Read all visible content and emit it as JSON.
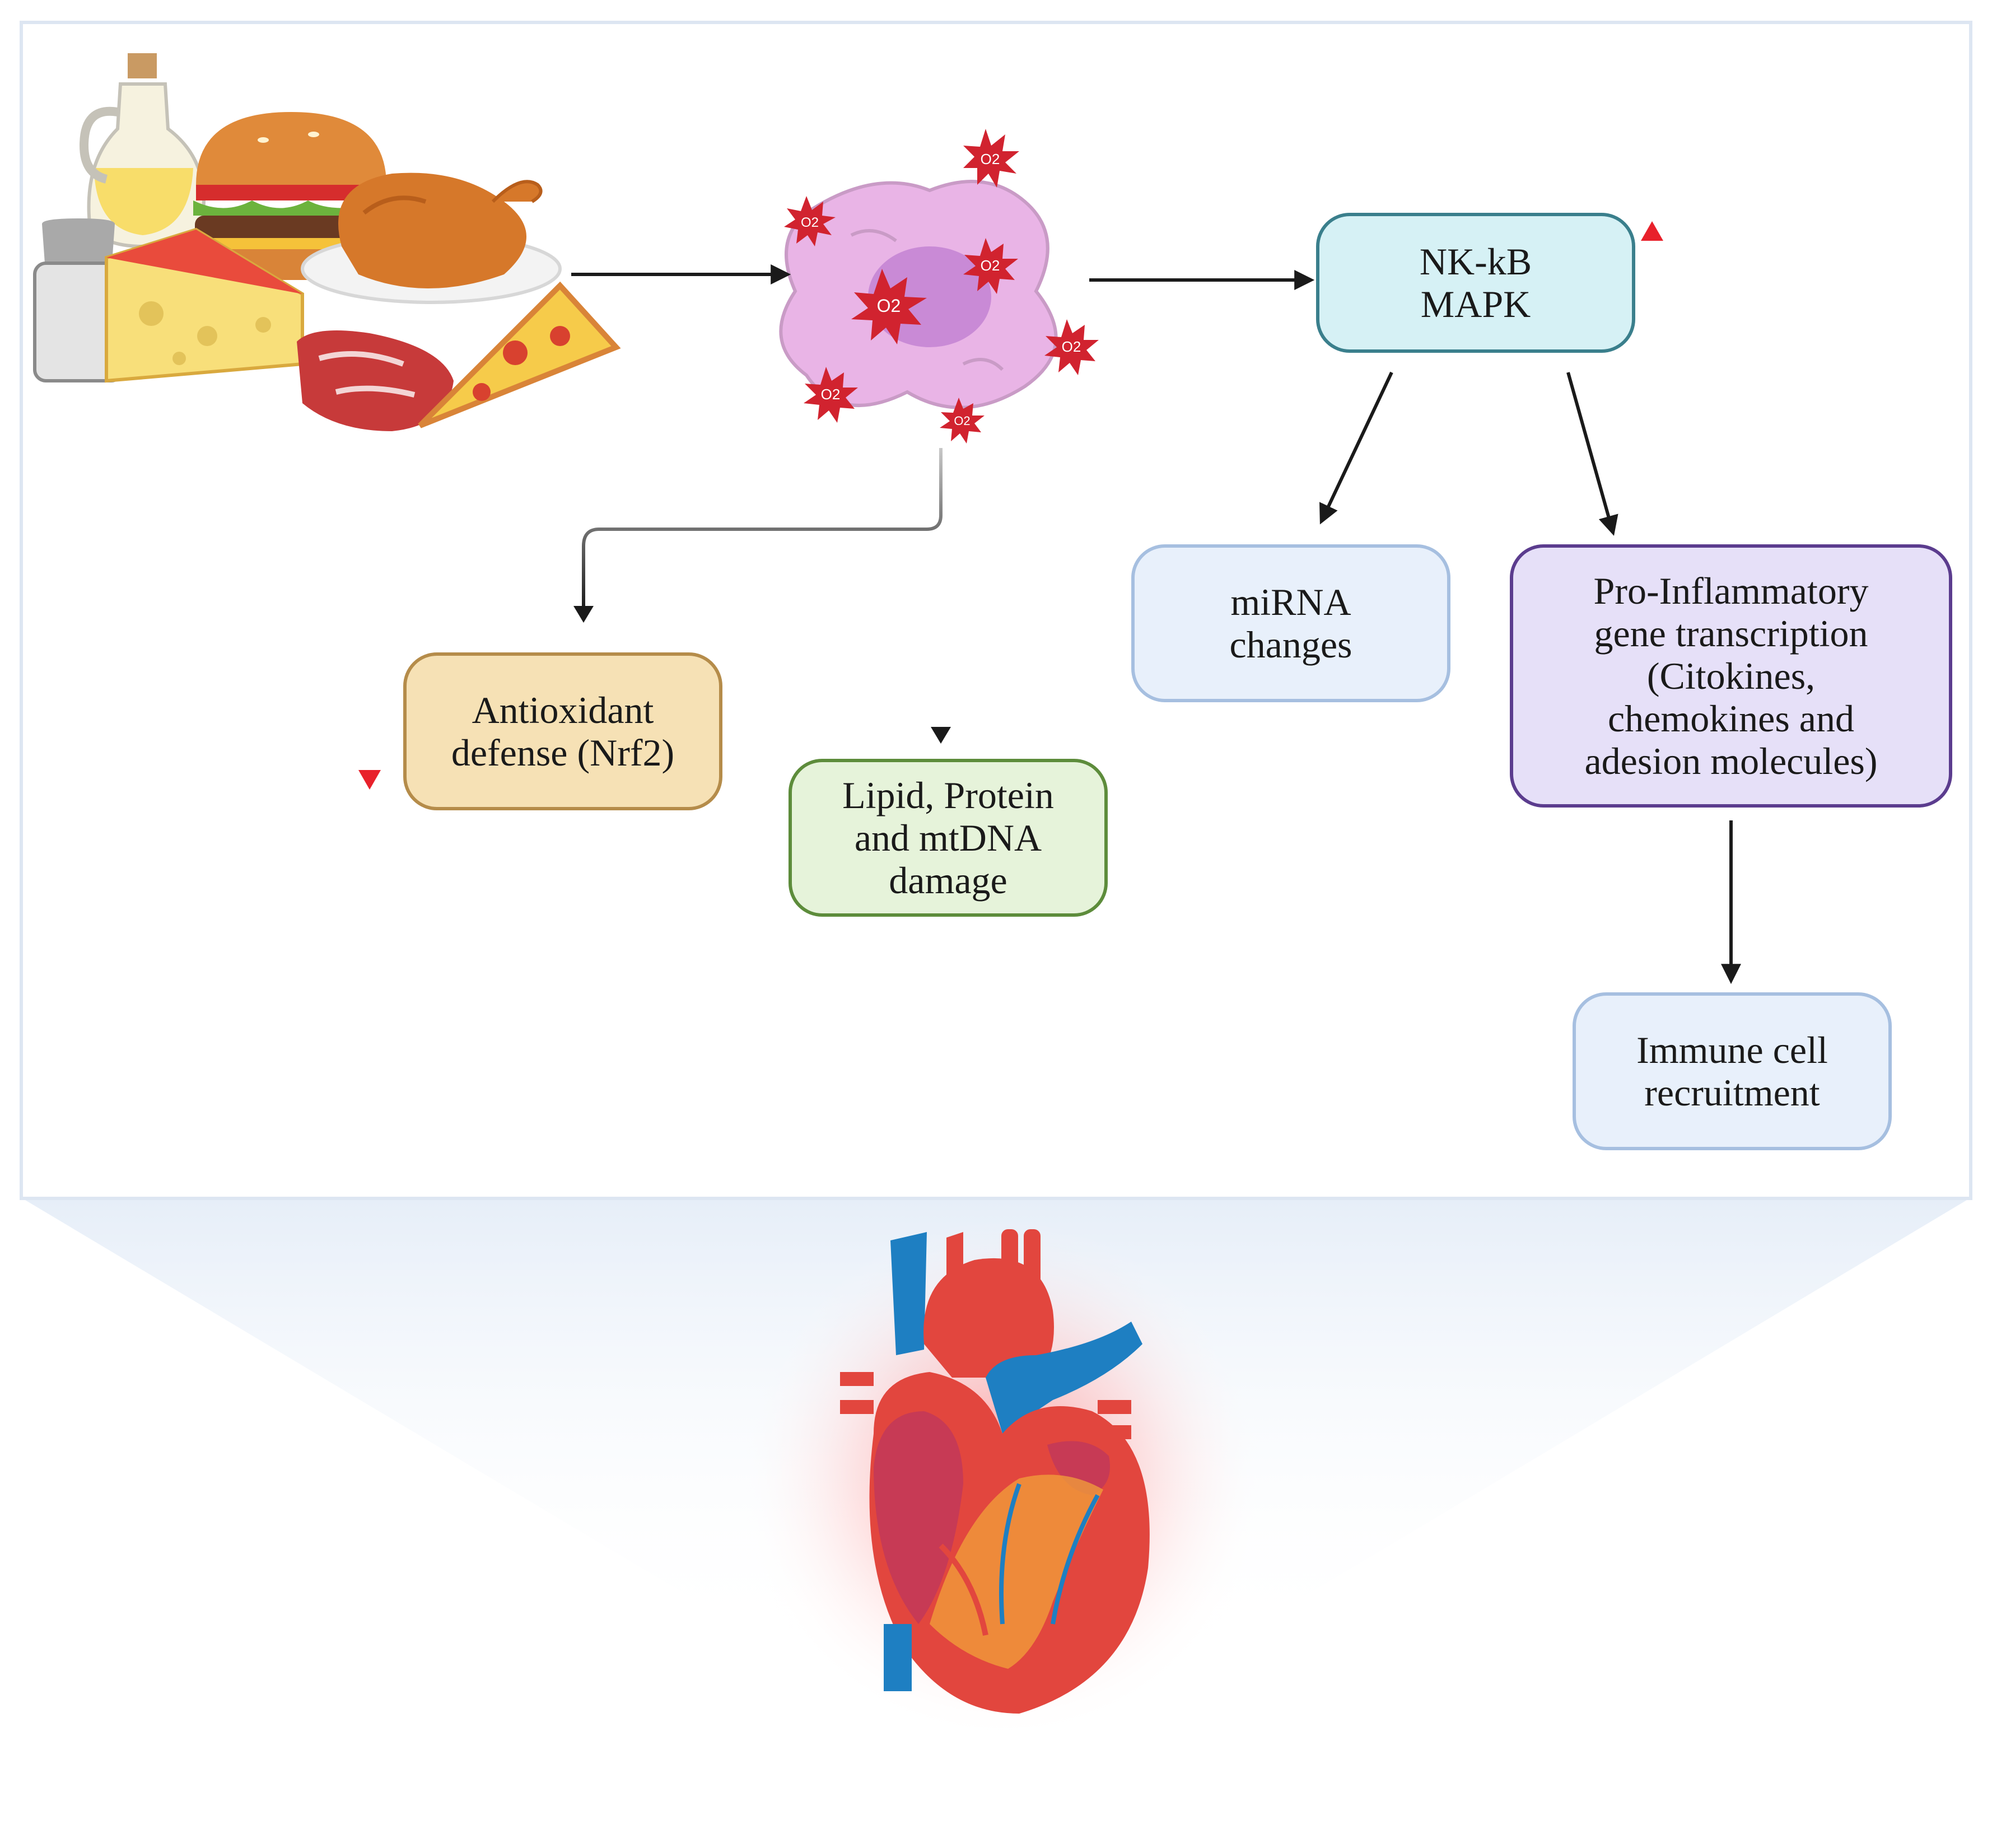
{
  "diagram": {
    "nodes": {
      "nfkb": "NK-kB\nMAPK",
      "mirna": "miRNA\nchanges",
      "pro_inflammatory": "Pro-Inflammatory\ngene transcription\n(Citokines,\nchemokines and\nadesion molecules)",
      "immune": "Immune cell\nrecruitment",
      "antioxidant": "Antioxidant\ndefense (Nrf2)",
      "lipid": "Lipid, Protein\nand mtDNA\ndamage"
    },
    "ros_label": "O2",
    "indicators": {
      "nfkb": "up",
      "antioxidant": "down"
    },
    "colors": {
      "indicator_red": "#e8212b",
      "ros_red": "#d1232f",
      "cell_pink": "#e9b4e6",
      "heart_red": "#e2463e",
      "vessel_blue": "#1e7fc2",
      "panel_border": "#dde6f2"
    },
    "icons": [
      "oil-bottle-icon",
      "burger-icon",
      "roast-chicken-icon",
      "salt-shaker-icon",
      "cheese-icon",
      "meat-icon",
      "pizza-icon",
      "cell-icon",
      "ros-icon",
      "heart-icon"
    ]
  }
}
